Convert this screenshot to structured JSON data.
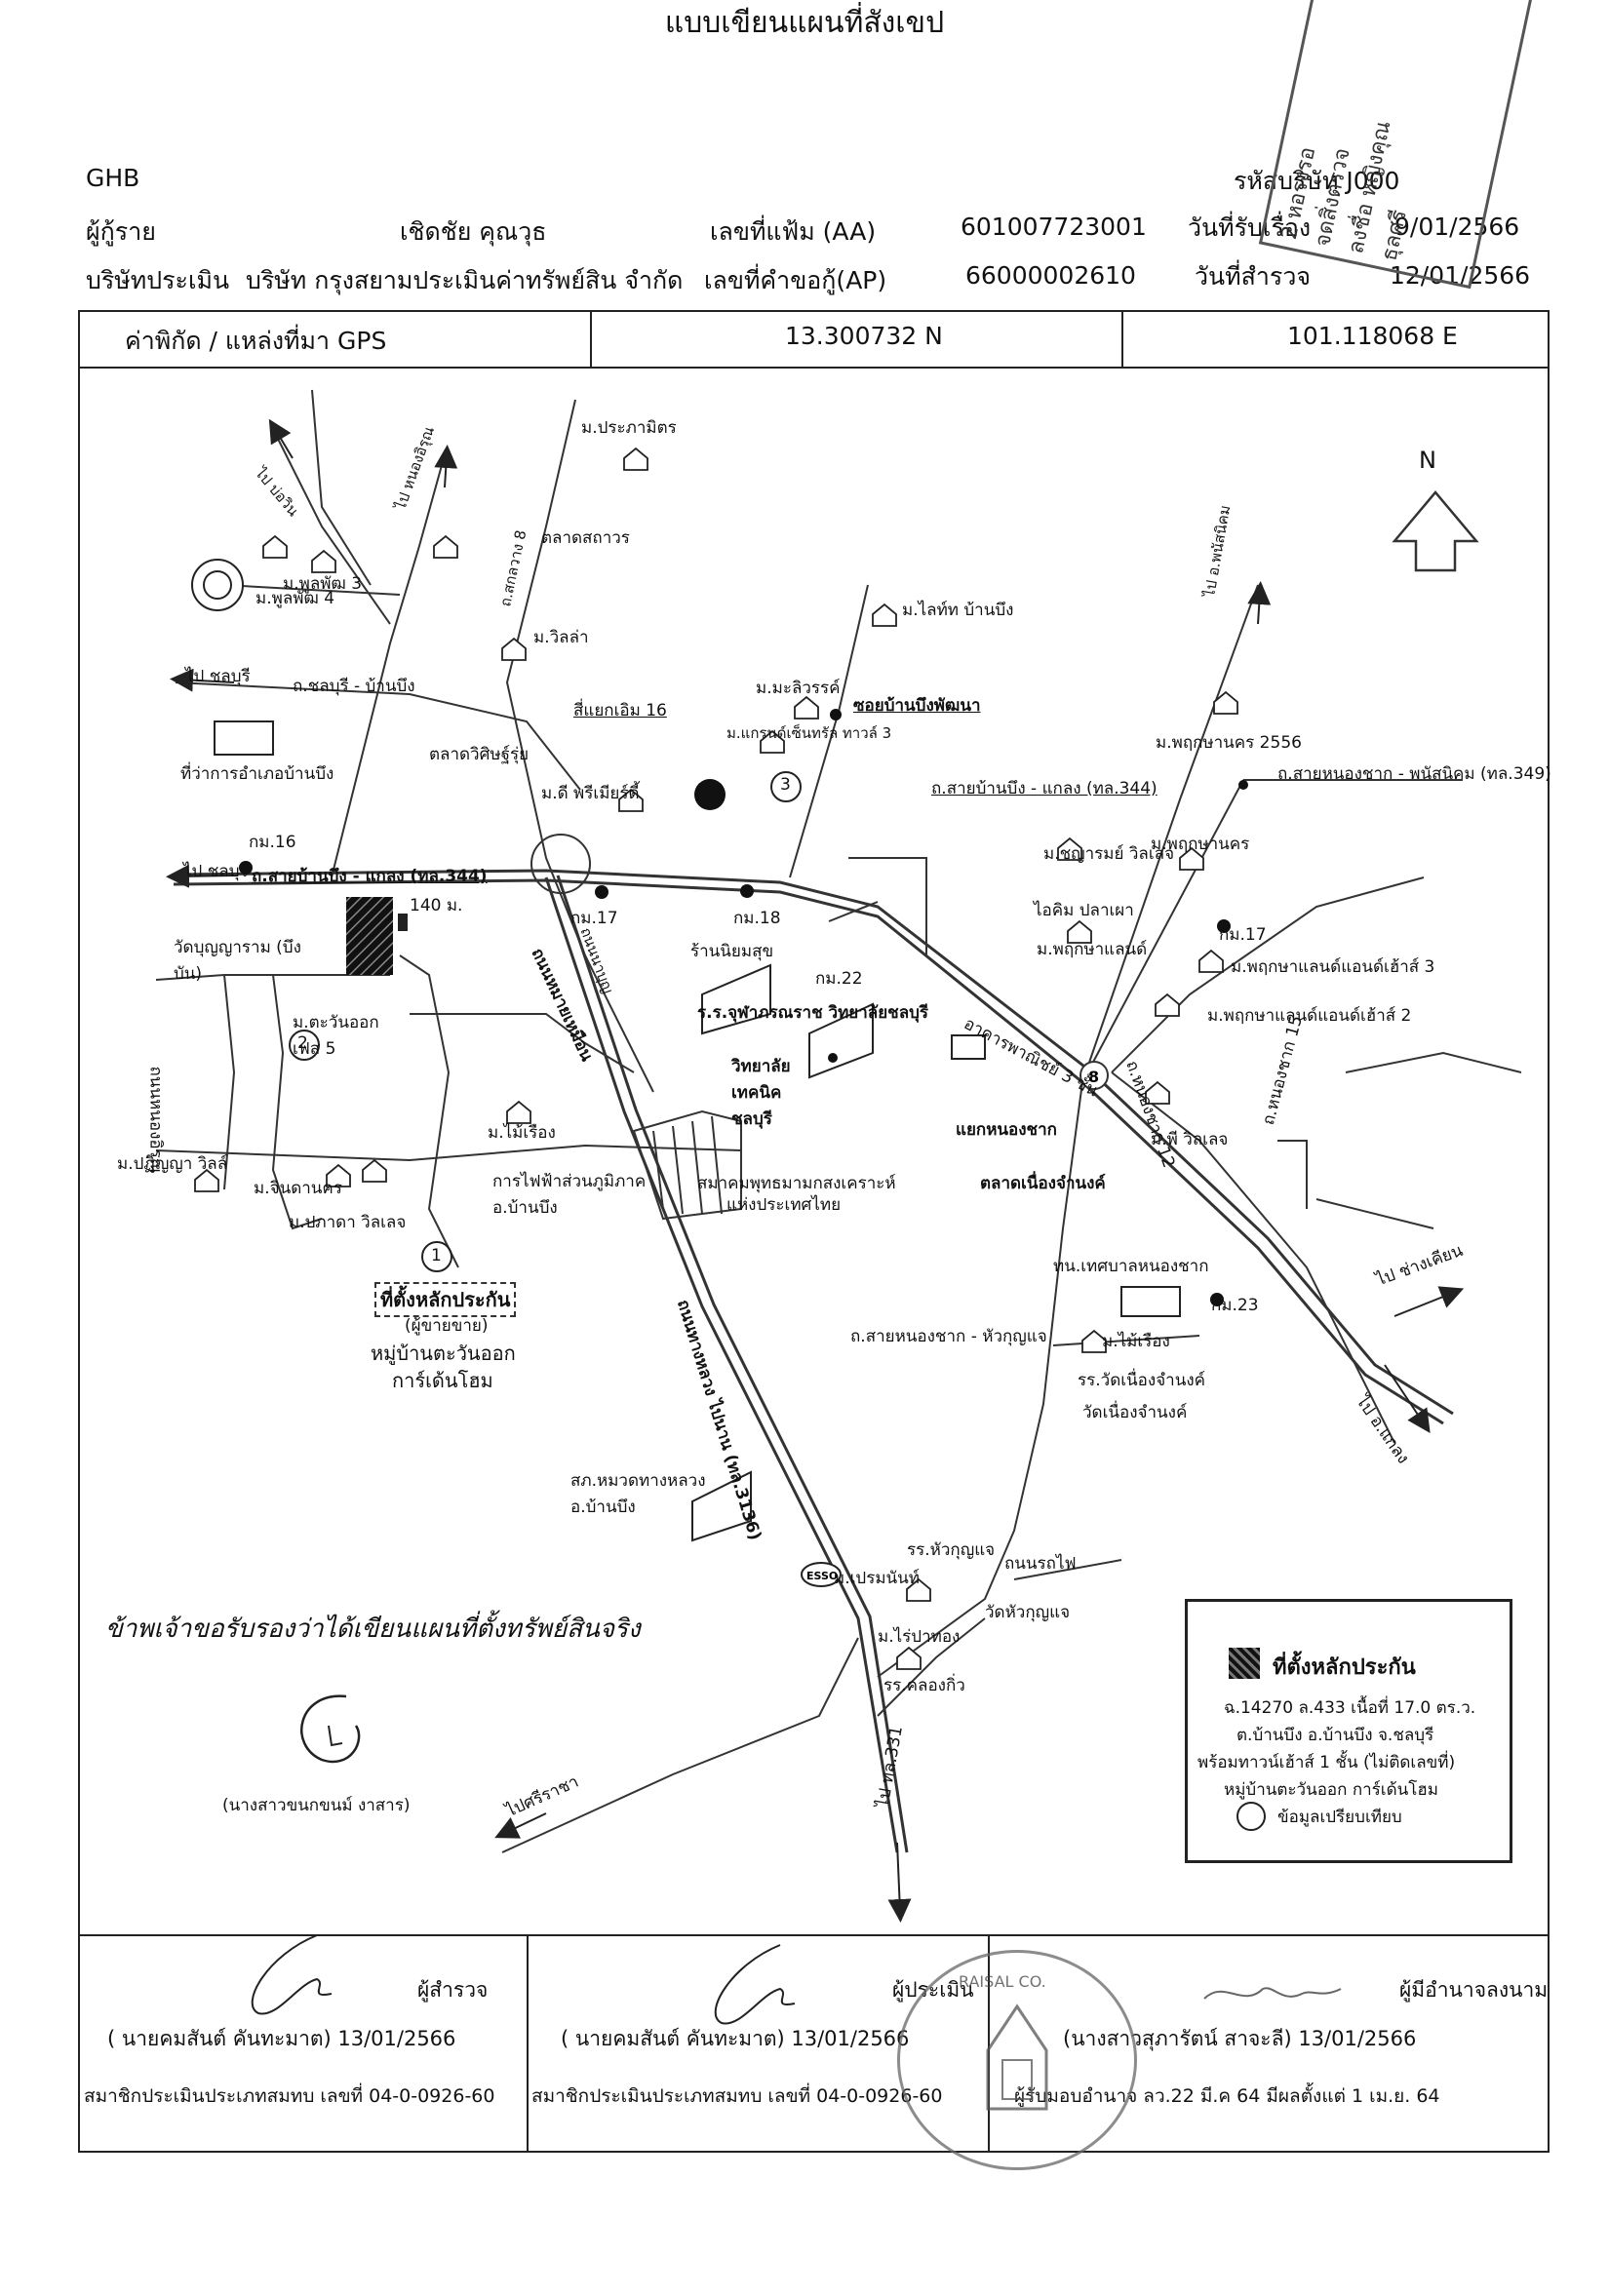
{
  "header": {
    "title": "แบบเขียนแผนที่สังเขป",
    "bank": "GHB",
    "company_code_label": "รหัสบริษัท J000",
    "borrower_label": "ผู้กู้ราย",
    "borrower_name": "เชิดชัย คุณวุธ",
    "file_no_label": "เลขที่แฟ้ม (AA)",
    "file_no": "601007723001",
    "received_label": "วันที่รับเรื่อง",
    "received_date": "9/01/2566",
    "appraiser_label": "บริษัทประเมิน",
    "appraiser_name": "บริษัท กรุงสยามประเมินค่าทรัพย์สิน จำกัด",
    "app_no_label": "เลขที่คำขอกู้(AP)",
    "app_no": "66000002610",
    "survey_label": "วันที่สำรวจ",
    "survey_date": "12/01/2566"
  },
  "gps": {
    "label": "ค่าพิกัด / แหล่งที่มา GPS",
    "lat": "13.300732 N",
    "lon": "101.118068 E"
  },
  "stamp_top": [
    "2 หอรงรอ",
    "จดสิ่งตรวจ",
    "ลงชื่อ หญิงคุณ",
    "ธุลศรี"
  ],
  "map": {
    "north": "N",
    "labels": {
      "to_nongirun": "ไป หนองอิรุณ",
      "to_bowin": "ไป บ่อวิน",
      "m_prapamitr": "ม.ประภามิตร",
      "m_phunphat3": "ม.พูลพัฒ 3",
      "m_phunphat4": "ม.พูลพัฒ 4",
      "talad_sataworn": "ตลาดสถาวร",
      "road_sakon8": "ถ.สกลวาง 8",
      "m_villa": "ม.วิลล่า",
      "to_chonburi1": "ไป ชลบุรี",
      "rd_chonburi_banbung": "ถ.ชลบุรี - บ้านบึง",
      "amphoe_office": "ที่ว่าการอำเภอบ้านบึง",
      "talad_krissanai": "ตลาดวิศิษฐ์รุ่ย",
      "m_lake_view": "ม.ไลท์ท บ้านบึง",
      "m_nirun": "ม.มะลิวรรค์",
      "soi_banbung": "ซอยบ้านบึงพัฒนา",
      "m_chen": "ม.แกรนด์เซ็นทรัล ทาวล์ 3",
      "num3": "3",
      "m_prueksa2556": "ม.พฤกษานคร 2556",
      "road_nongchak_phanat": "ถ.สายหนองชาก - พนัสนิคม (ทล.349)",
      "to_ph_nikhom": "ไป อ.พนัสนิคม",
      "intersection16": "สี่แยกเอิม 16",
      "m_d_premier": "ม.ดี พรีเมียร์ดี้",
      "road_banbung_klaeng": "ถ.สายบ้านบึง - แกลง (ทล.344)",
      "to_chonburi2": "ไป ชลบุรี",
      "km16": "กม.16",
      "road344_left": "ถ.สายบ้านบึง - แกลง (ทล.344)",
      "dist140": "140 ม.",
      "km17": "กม.17",
      "km18": "กม.18",
      "ran_niyom": "ร้านนิยมสุข",
      "km22": "กม.22",
      "m_sukhumvit": "ม.ชญารมย์ วิลเลจ",
      "m_prueksa_nakorn": "ม.พฤกษานคร",
      "m_prueksa_land": "ม.พฤกษาแลนด์",
      "i_sang": "ไอคิม ปลาเผา",
      "km17b": "กม.17",
      "m_pl_house3": "ม.พฤกษาแลนด์แอนด์เฮ้าส์ 3",
      "m_pl_house2": "ม.พฤกษาแลนด์แอนด์เฮ้าส์ 2",
      "wat_bunyawas": "วัดบุญญาราม (บึงบัน)",
      "m_savan": "ม.ตะวันออก เฟส 5",
      "num2": "2",
      "road_naeng": "ถนนนาบุญ",
      "road_hua_sai": "ถนนหมายเหมือน",
      "school1": "ร.ร.จุฬาภรณราช วิทยาลัยชลบุรี",
      "school2": "วิทยาลัย เทคนิคชลบุรี",
      "commercial": "อาคารพาณิชย์ 3 ชั้น",
      "road_nongchak12": "ถ.หนองชาก 12",
      "road_nongchak15": "ถ.หนองชาก 15",
      "yaek_nongchak": "แยกหนองชาก",
      "m_pv_village": "ม.พี วิลเลจ",
      "road_nongirun_vert": "ถนนหนองอิรุณ",
      "m_mai_rueang": "ม.ไม้เรือง",
      "m_pattanaya": "ม.ปฏิญญา วิลล์",
      "m_chindanakhon": "ม.จินดานคร",
      "electricity": "การไฟฟ้าส่วนภูมิภาค อ.บ้านบึง",
      "assoc1": "สมาคมพุทธมามกสงเคราะห์",
      "assoc2": "แห่งประเทศไทย",
      "talad_nongchak": "ตลาดเนื่องจำนงค์",
      "m_parkar": "ม.ปภาดา วิลเลจ",
      "num1": "1",
      "collateral": "ที่ตั้งหลักประกัน",
      "seller": "(ผู้ขายขาย)",
      "village1": "หมู่บ้านตะวันออก",
      "village2": "การ์เด้นโฮม",
      "municipality": "ทน.เทศบาลหนองชาก",
      "km23": "กม.23",
      "to_ban_chang": "ไป ช่างเคียน",
      "road_nongchak_huakulae": "ถ.สายหนองชาก - หัวกุญแจ",
      "m_mai_rueang2": "ม.ไม้เรือง",
      "school_wat": "รร.วัดเนื่องจำนงค์",
      "wat_nueang": "วัดเนื่องจำนงค์",
      "to_klaeng": "ไป อ.แกลง",
      "road_3136": "ถนนทางหลวง ไปนาน (ทล.3136)",
      "police": "สภ.หมวดทางหลวง อ.บ้านบึง",
      "esso": "ESSO",
      "school_hua": "รร.หัวกุญแจ",
      "m_prem_nun": "ม.เปรมนันท์",
      "road_rot_fai": "ถนนรถไฟ",
      "wat_hua": "วัดหัวกุญแจ",
      "m_rai_thong": "ม.ไร่ปาทอง",
      "school_klong": "รร.คลองกิ่ว",
      "to_sri_racha": "ไปศรีราชา",
      "to_tl331": "ไป ทล.331"
    }
  },
  "handwritten": {
    "note": "ข้าพเจ้าขอรับรองว่าได้เขียนแผนที่ตั้งทรัพย์สินจริง",
    "signer": "(นางสาวขนกขนม์ งาสาร)"
  },
  "legend": {
    "title": "ที่ตั้งหลักประกัน",
    "line1": "ฉ.14270 ล.433 เนื้อที่ 17.0 ตร.ว.",
    "line2": "ต.บ้านบึง อ.บ้านบึง จ.ชลบุรี",
    "line3": "พร้อมทาวน์เฮ้าส์ 1 ชั้น (ไม่ติดเลขที่)",
    "line4": "หมู่บ้านตะวันออก การ์เด้นโฮม",
    "line5": "ข้อมูลเปรียบเทียบ"
  },
  "footer": {
    "role1": "ผู้สำรวจ",
    "name1": "( นายคมสันต์  คันทะมาต) 13/01/2566",
    "member1": "สมาชิกประเมินประเภทสมทบ เลขที่ 04-0-0926-60",
    "role2": "ผู้ประเมิน",
    "name2": "( นายคมสันต์  คันทะมาต) 13/01/2566",
    "member2": "สมาชิกประเมินประเภทสมทบ เลขที่ 04-0-0926-60",
    "role3": "ผู้มีอำนาจลงนาม",
    "name3": "(นางสาวสุภารัตน์ สาจะลี)  13/01/2566",
    "member3": "ผู้รับมอบอำนาจ  ลว.22 มี.ค 64 มีผลตั้งแต่ 1 เม.ย. 64",
    "company_stamp": "RAISAL CO."
  }
}
